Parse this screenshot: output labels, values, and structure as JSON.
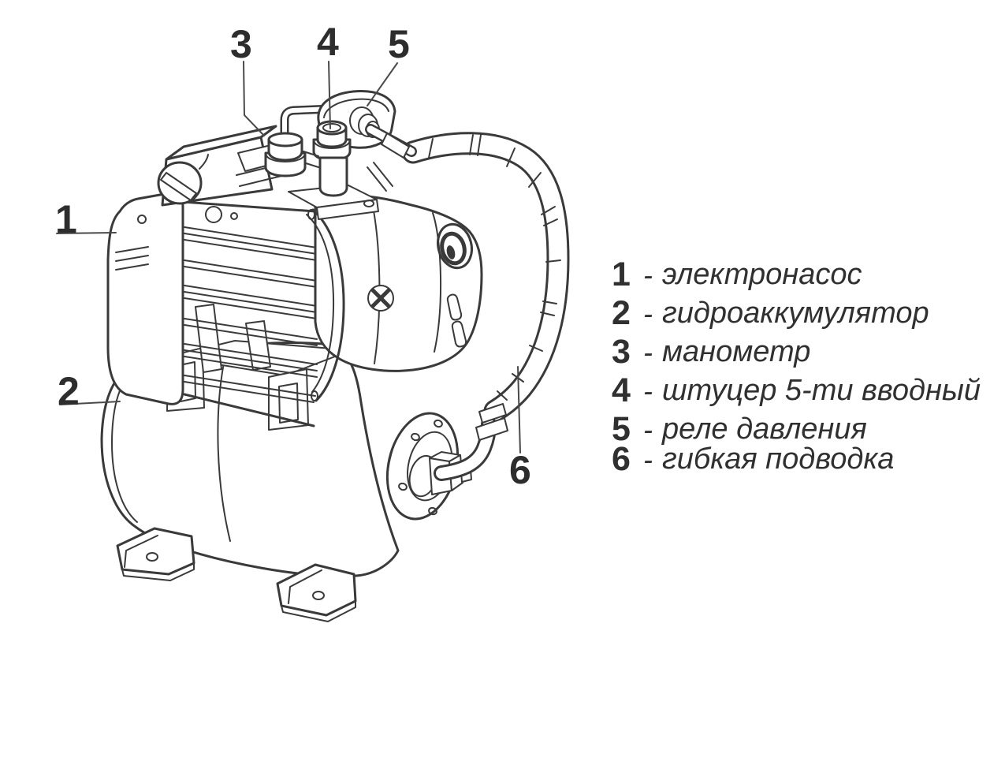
{
  "page": {
    "background": "#ffffff",
    "line_color": "#3a3a3a",
    "text_color": "#2d2d2d",
    "description": "Технический чертёж насосной станции: электронасос на горизонтальном гидроаккумуляторе с манометром, пятивыводным штуцером, реле давления и гибкой подводкой"
  },
  "callouts": [
    {
      "number": "1"
    },
    {
      "number": "2"
    },
    {
      "number": "3"
    },
    {
      "number": "4"
    },
    {
      "number": "5"
    },
    {
      "number": "6"
    }
  ],
  "legend": {
    "items": [
      {
        "number": "1",
        "dash": "-",
        "label": "электронасос"
      },
      {
        "number": "2",
        "dash": "-",
        "label": "гидроаккумулятор"
      },
      {
        "number": "3",
        "dash": "-",
        "label": "манометр"
      },
      {
        "number": "4",
        "dash": "-",
        "label": "штуцер 5-ти вводный"
      },
      {
        "number": "5",
        "dash": "-",
        "label": "реле давления"
      },
      {
        "number": "6",
        "dash": "-",
        "label": "гибкая подводка"
      }
    ]
  }
}
